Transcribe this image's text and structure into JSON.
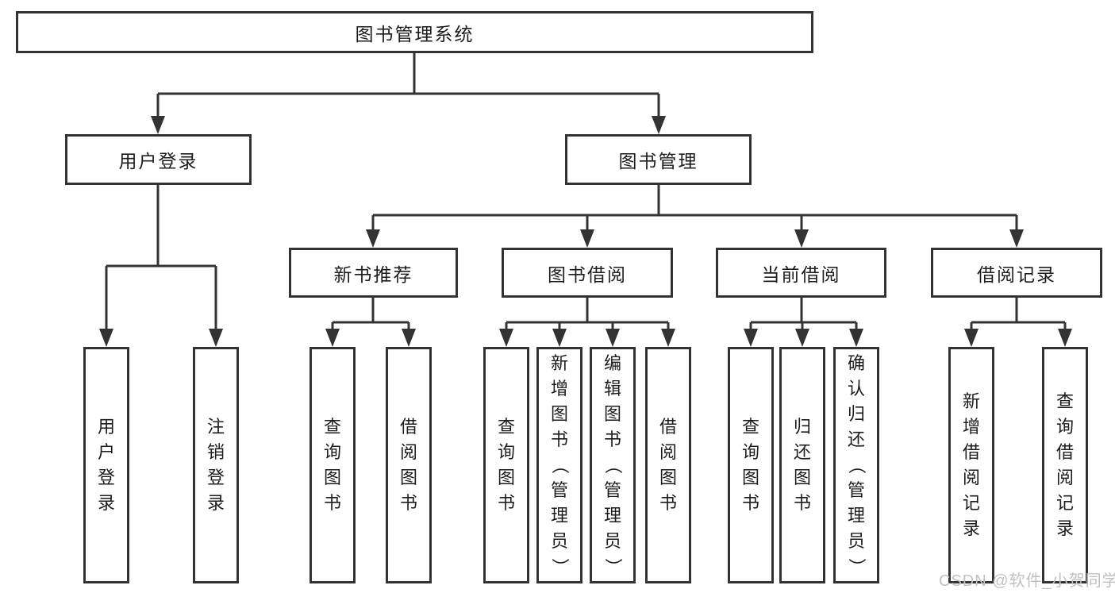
{
  "nodes": {
    "root": "图书管理系统",
    "user_login": "用户登录",
    "book_mgmt": "图书管理",
    "new_books": "新书推荐",
    "book_borrow": "图书借阅",
    "current_borrow": "当前借阅",
    "borrow_records": "借阅记录",
    "leaf_user_login": "用户登录",
    "leaf_logout": "注销登录",
    "leaf_nb_query": "查询图书",
    "leaf_nb_borrow": "借阅图书",
    "leaf_bb_query": "查询图书",
    "leaf_bb_add": "新增图书（管理员）",
    "leaf_bb_edit": "编辑图书（管理员）",
    "leaf_bb_borrow": "借阅图书",
    "leaf_cb_query": "查询图书",
    "leaf_cb_return": "归还图书",
    "leaf_cb_confirm": "确认归还（管理员）",
    "leaf_br_add": "新增借阅记录",
    "leaf_br_query": "查询借阅记录"
  },
  "hierarchy": {
    "图书管理系统": {
      "用户登录": [
        "用户登录",
        "注销登录"
      ],
      "图书管理": {
        "新书推荐": [
          "查询图书",
          "借阅图书"
        ],
        "图书借阅": [
          "查询图书",
          "新增图书（管理员）",
          "编辑图书（管理员）",
          "借阅图书"
        ],
        "当前借阅": [
          "查询图书",
          "归还图书",
          "确认归还（管理员）"
        ],
        "借阅记录": [
          "新增借阅记录",
          "查询借阅记录"
        ]
      }
    }
  },
  "colors": {
    "line": "#333333",
    "box_border": "#333333",
    "box_fill": "#ffffff",
    "text": "#1c1c1c",
    "watermark": "#c2c1c1"
  },
  "watermark": "CSDN @软件_小贺同学"
}
